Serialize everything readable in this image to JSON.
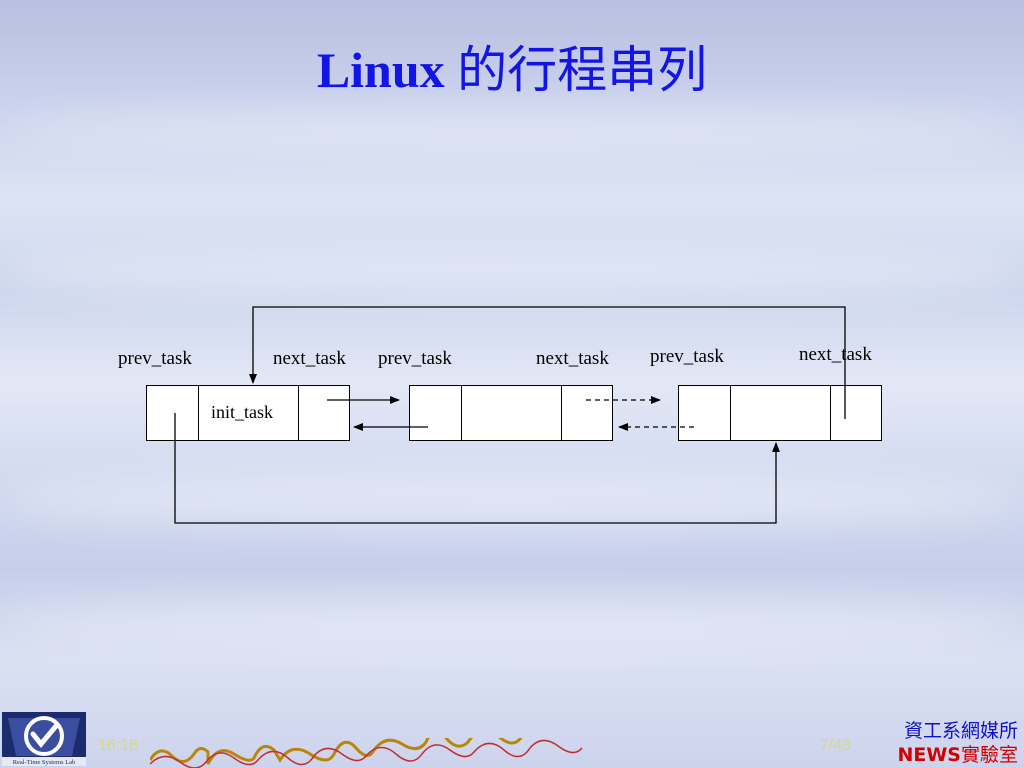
{
  "slide": {
    "title_latin": "Linux",
    "title_cjk": "的行程串列",
    "time": "16:18",
    "page": "7/43",
    "dept_line1": "資工系網媒所",
    "dept_line2_latin": "NEWS",
    "dept_line2_cjk": "實驗室",
    "logo_text": "Real-Time Systems Lab"
  },
  "diagram": {
    "labels": {
      "prev1": "prev_task",
      "next1": "next_task",
      "prev2": "prev_task",
      "next2": "next_task",
      "prev3": "prev_task",
      "next3": "next_task"
    },
    "node1_name": "init_task"
  },
  "colors": {
    "title": "#1414e6",
    "footer_text": "#d8d880",
    "dept_blue": "#1010c8",
    "dept_red": "#d00000"
  }
}
